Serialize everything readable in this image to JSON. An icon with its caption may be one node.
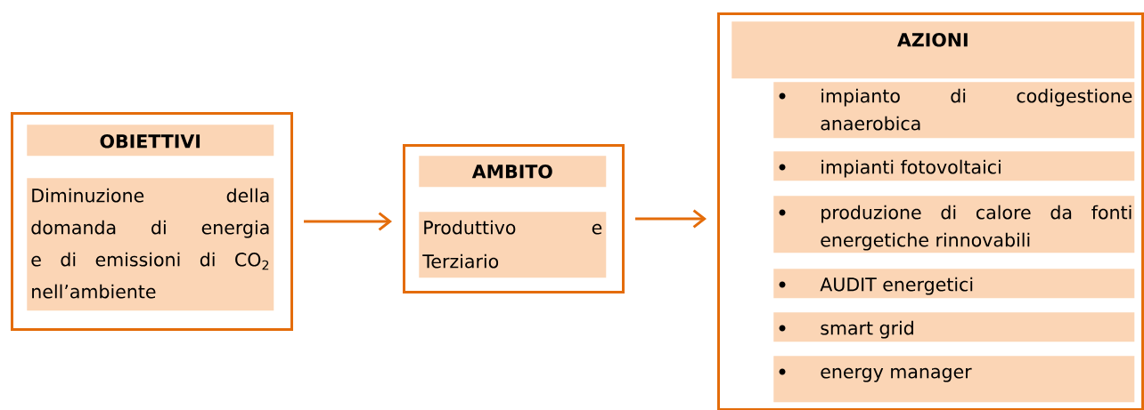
{
  "diagram": {
    "nodes": [
      {
        "text": [],
        "shape": "box"
      },
      {
        "text": [
          "OBIETTIVI"
        ],
        "in": 0
      },
      {
        "text": [
          "Diminuzione della domanda di energia e di emissioni di CO$_{2}$ nell’ambiente"
        ],
        "in": 0
      },
      {
        "text": [],
        "shape": "box"
      },
      {
        "text": [
          "AMBITO"
        ],
        "in": 3
      },
      {
        "text": [
          "Produttivo e Terziario"
        ],
        "in": 3
      },
      {
        "text": [],
        "shape": "box"
      },
      {
        "text": [
          "AZIONI"
        ],
        "in": 6
      },
      {
        "text": [
          "impianto di codigestione anaerobica"
        ],
        "in": 6
      },
      {
        "text": [
          "impianti fotovoltaici"
        ],
        "in": 6
      },
      {
        "text": [
          "produzione di calore da fonti energetiche rinnovabili"
        ],
        "in": 6
      },
      {
        "text": [
          "AUDIT energetici"
        ],
        "in": 6
      },
      {
        "text": [
          "smart grid"
        ],
        "in": 6
      },
      {
        "text": [
          "energy manager"
        ],
        "in": 6
      }
    ],
    "edges": [
      {
        "from": 0,
        "to": 3,
        "arrow": "to"
      },
      {
        "from": 3,
        "to": 6,
        "arrow": "to"
      }
    ]
  }
}
